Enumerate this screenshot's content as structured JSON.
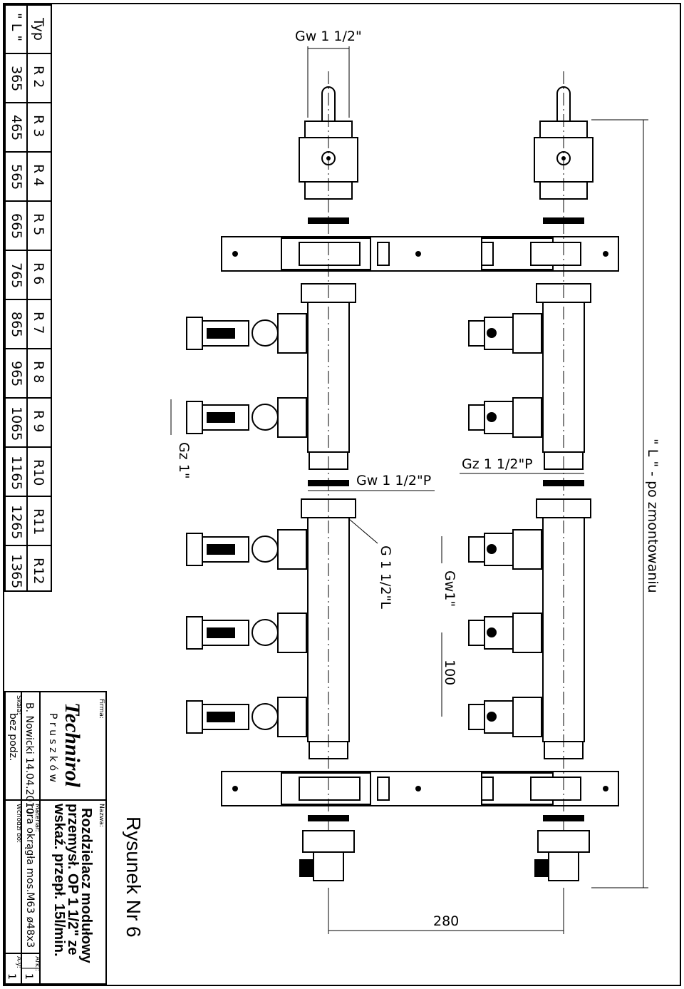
{
  "table": {
    "header_typ": "Typ",
    "header_l": "\" L \"",
    "rows": [
      {
        "typ": "R 2",
        "l": "365"
      },
      {
        "typ": "R 3",
        "l": "465"
      },
      {
        "typ": "R 4",
        "l": "565"
      },
      {
        "typ": "R 5",
        "l": "665"
      },
      {
        "typ": "R 6",
        "l": "765"
      },
      {
        "typ": "R 7",
        "l": "865"
      },
      {
        "typ": "R 8",
        "l": "965"
      },
      {
        "typ": "R 9",
        "l": "1065"
      },
      {
        "typ": "R10",
        "l": "1165"
      },
      {
        "typ": "R11",
        "l": "1265"
      },
      {
        "typ": "R12",
        "l": "1365"
      }
    ]
  },
  "dimensions": {
    "gw_top": "Gw 1 1/2\"",
    "gz_1": "Gz 1\"",
    "gw_mid": "Gw 1 1/2\"P",
    "gz_mid": "Gz 1 1/2\"P",
    "g_l": "G 1 1/2\"L",
    "gw_1": "Gw1\"",
    "spacing": "100",
    "width": "280",
    "length": "\" L \" - po zmontowaniu"
  },
  "title": "Rysunek Nr 6",
  "title_block": {
    "firma_label": "Firma:",
    "logo": "Technirol",
    "city": "P r u s z k ó w",
    "author": "B. Nowicki  14.04.2010",
    "skala_label": "Skala:",
    "skala": "bez podz.",
    "nazwa_label": "Nazwa:",
    "nazwa_1": "Rozdzielacz modułowy",
    "nazwa_2": "przemysł. OP 1 1/2\" ze",
    "nazwa_3": "wskaź. przepł. 15l/min.",
    "material_label": "Materiał:",
    "material": "rura okrągła mos.M63 ø48x3",
    "wchodzi_label": "Wchodzi do:",
    "ark_label": "Ark.:",
    "ark": "1",
    "a_y_label": "A-y:",
    "a_y": "1"
  }
}
